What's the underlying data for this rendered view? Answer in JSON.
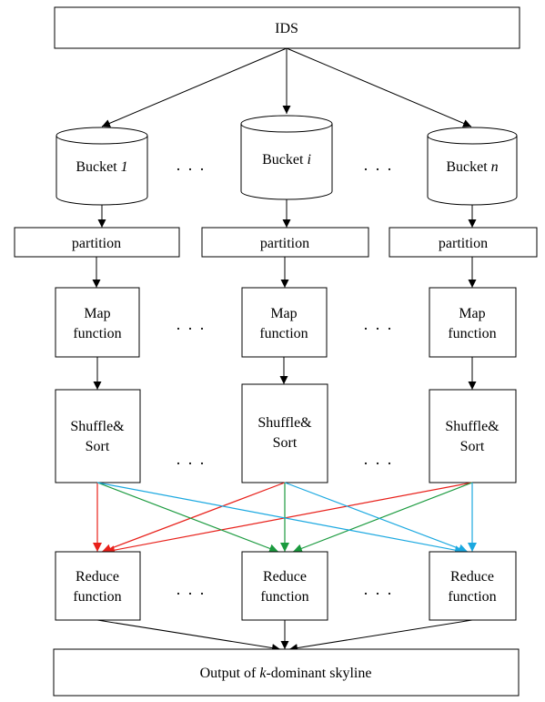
{
  "top": {
    "label": "IDS"
  },
  "buckets": [
    {
      "name": "Bucket ",
      "index": "1"
    },
    {
      "name": "Bucket ",
      "index": "i"
    },
    {
      "name": "Bucket ",
      "index": "n"
    }
  ],
  "partition_label": "partition",
  "map_label": {
    "line1": "Map",
    "line2": "function"
  },
  "shuffle_label": {
    "line1": "Shuffle&",
    "line2": "Sort"
  },
  "reduce_label": {
    "line1": "Reduce",
    "line2": "function"
  },
  "ellipsis": ". . .",
  "output": {
    "prefix": "Output of ",
    "var": "k",
    "suffix": "-dominant skyline"
  },
  "colors": {
    "line": "#000000",
    "reduce_left_arrows": "#e8201a",
    "reduce_middle_arrows": "#1a9a3e",
    "reduce_right_arrows": "#1aa8e0"
  }
}
